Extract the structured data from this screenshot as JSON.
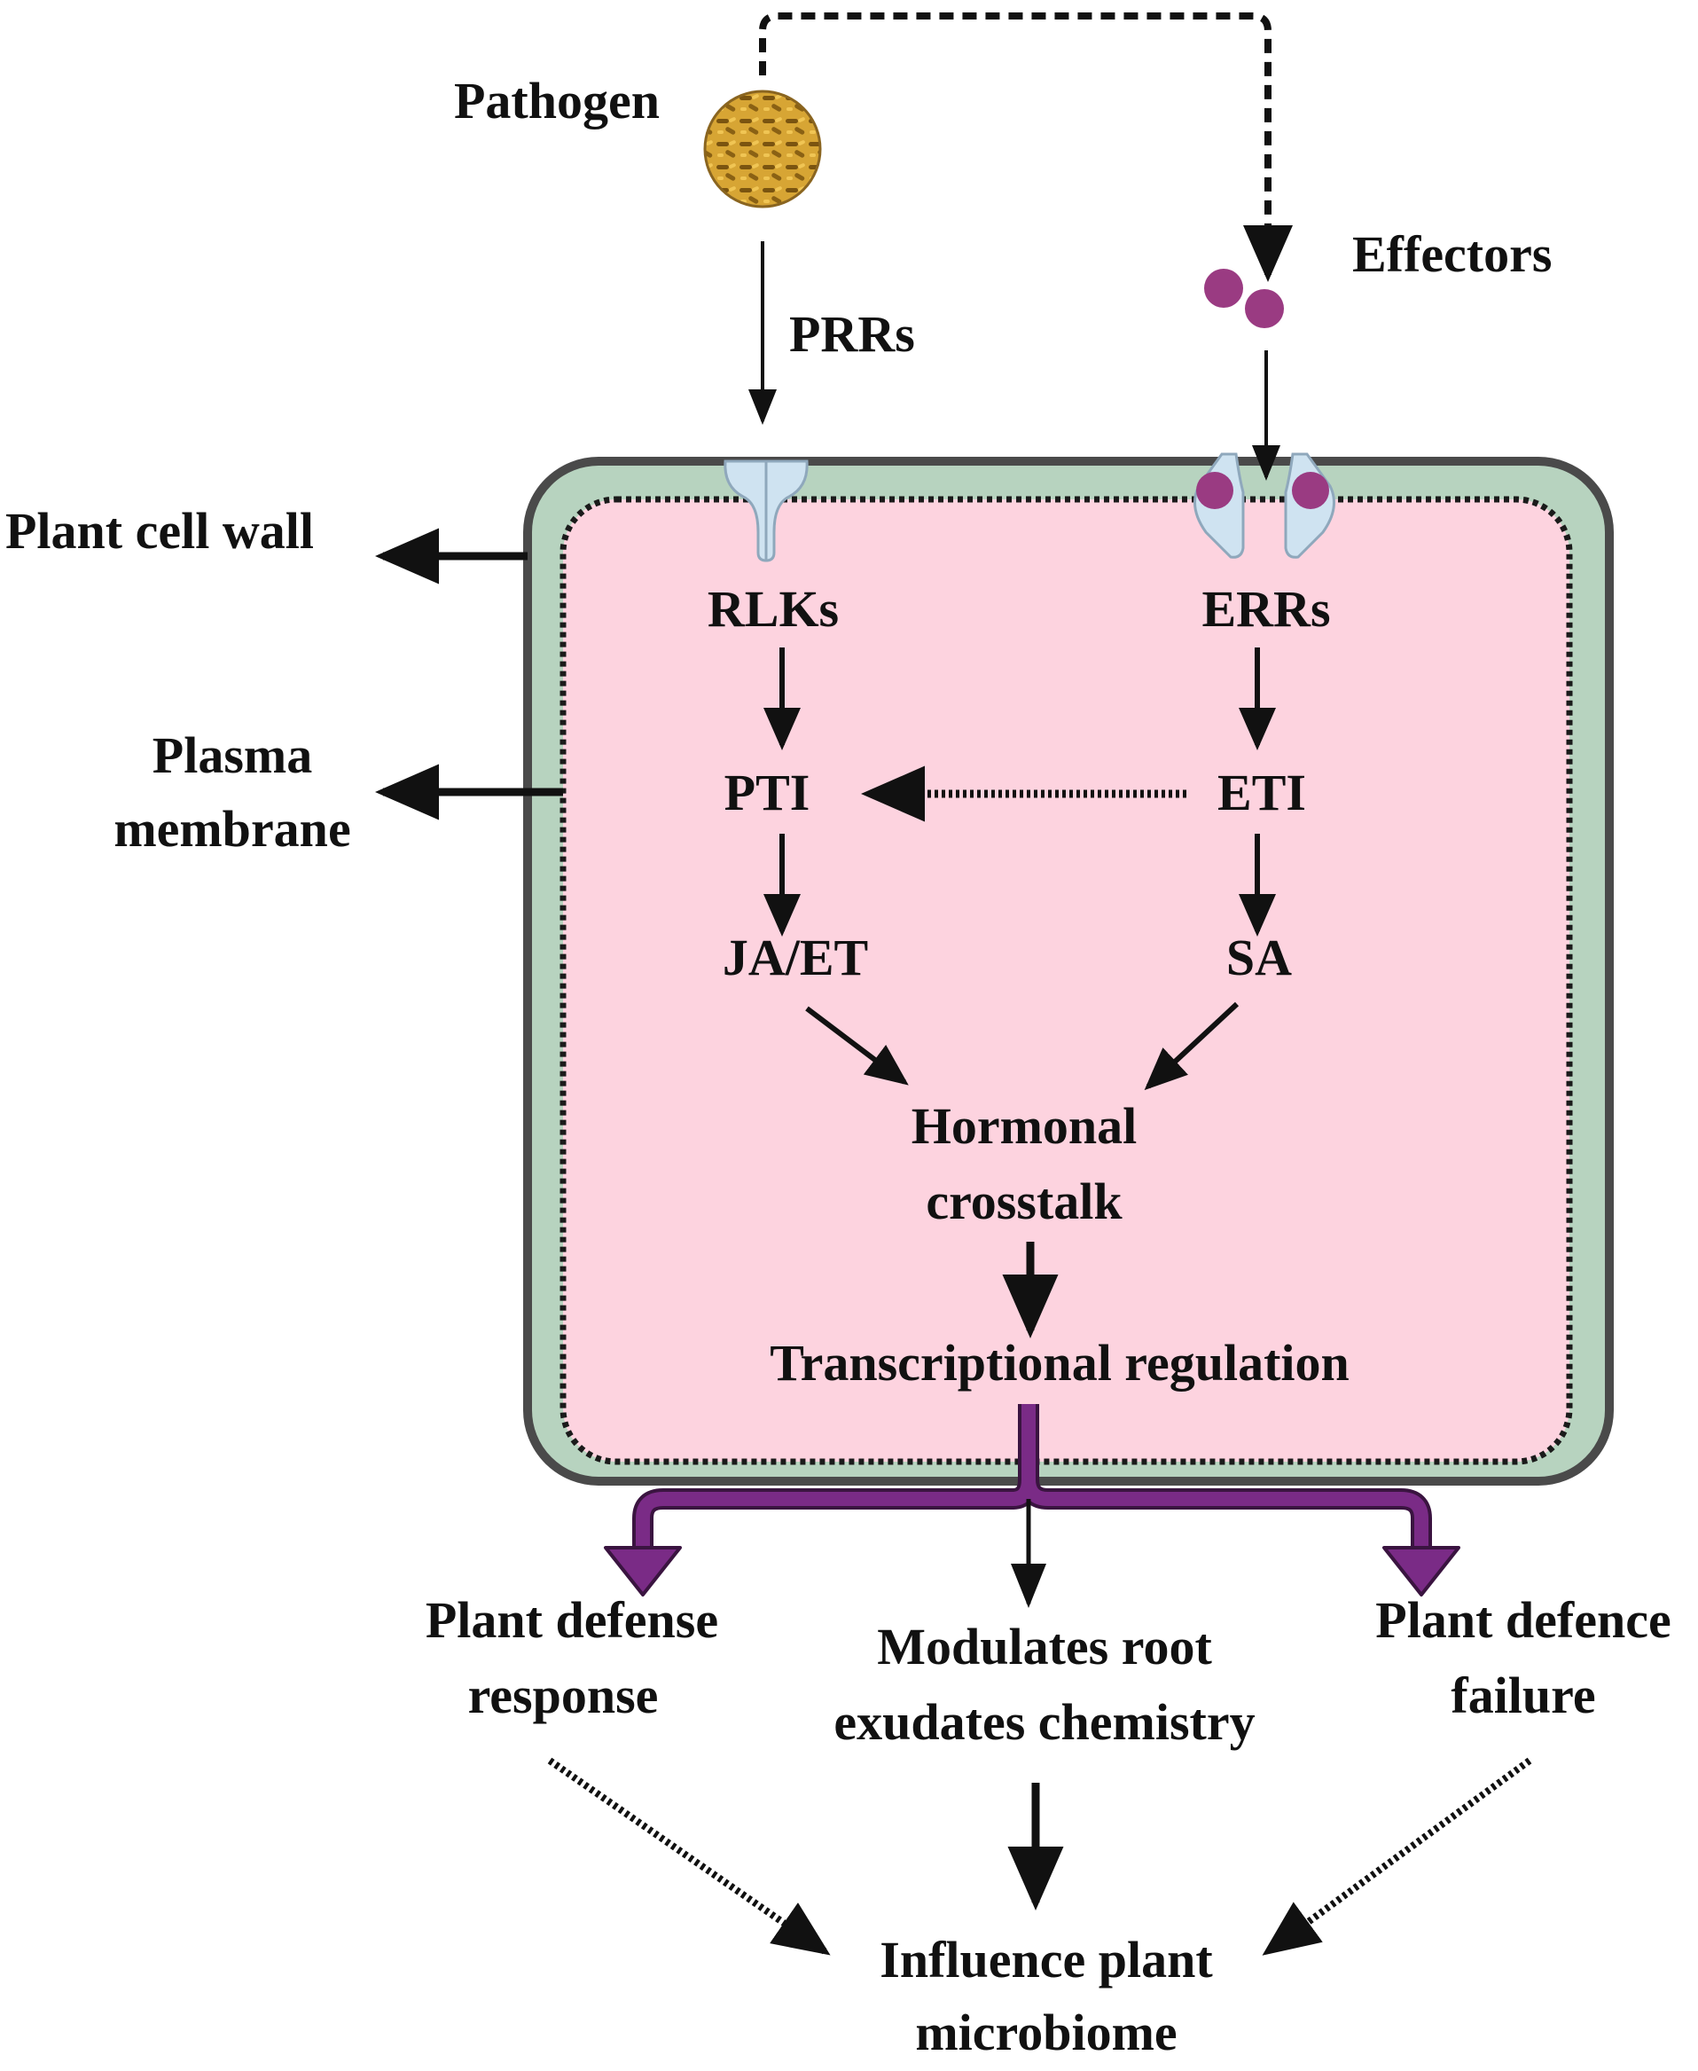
{
  "labels": {
    "pathogen": "Pathogen",
    "prrs": "PRRs",
    "effectors": "Effectors",
    "plant_cell_wall": "Plant cell wall",
    "plasma_membrane_1": "Plasma",
    "plasma_membrane_2": "membrane",
    "rlks": "RLKs",
    "errs": "ERRs",
    "pti": "PTI",
    "eti": "ETI",
    "ja_et": "JA/ET",
    "sa": "SA",
    "hormonal_1": "Hormonal",
    "hormonal_2": "crosstalk",
    "transcriptional": "Transcriptional regulation",
    "defense_response_1": "Plant defense",
    "defense_response_2": "response",
    "modulates_1": "Modulates root",
    "modulates_2": "exudates chemistry",
    "defence_failure_1": "Plant defence",
    "defence_failure_2": "failure",
    "microbiome_1": "Influence plant",
    "microbiome_2": "microbiome"
  },
  "icons": {
    "pathogen": "bacteria-colony-icon",
    "effectors": "effector-molecules-icon",
    "prr_receptor": "receptor-channel-icon",
    "err_receptor": "receptor-open-icon"
  },
  "colors": {
    "cell_wall": "#b7d3bf",
    "cytoplasm": "#fdd3df",
    "outline": "#4a4a4a",
    "receptor": "#cfe3f1",
    "effector": "#9a3b82",
    "output_arrow": "#7a2b86",
    "text": "#111111"
  }
}
